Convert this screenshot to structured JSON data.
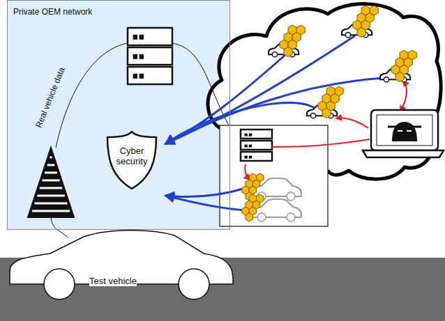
{
  "diagram": {
    "nodes": [
      {
        "text": [
          "Private OEM network"
        ]
      },
      {
        "text": [
          "Cyber security"
        ],
        "in": 0
      },
      {
        "text": [
          "Test vehicle"
        ]
      }
    ],
    "labels": [
      "Real vehicle data"
    ]
  }
}
